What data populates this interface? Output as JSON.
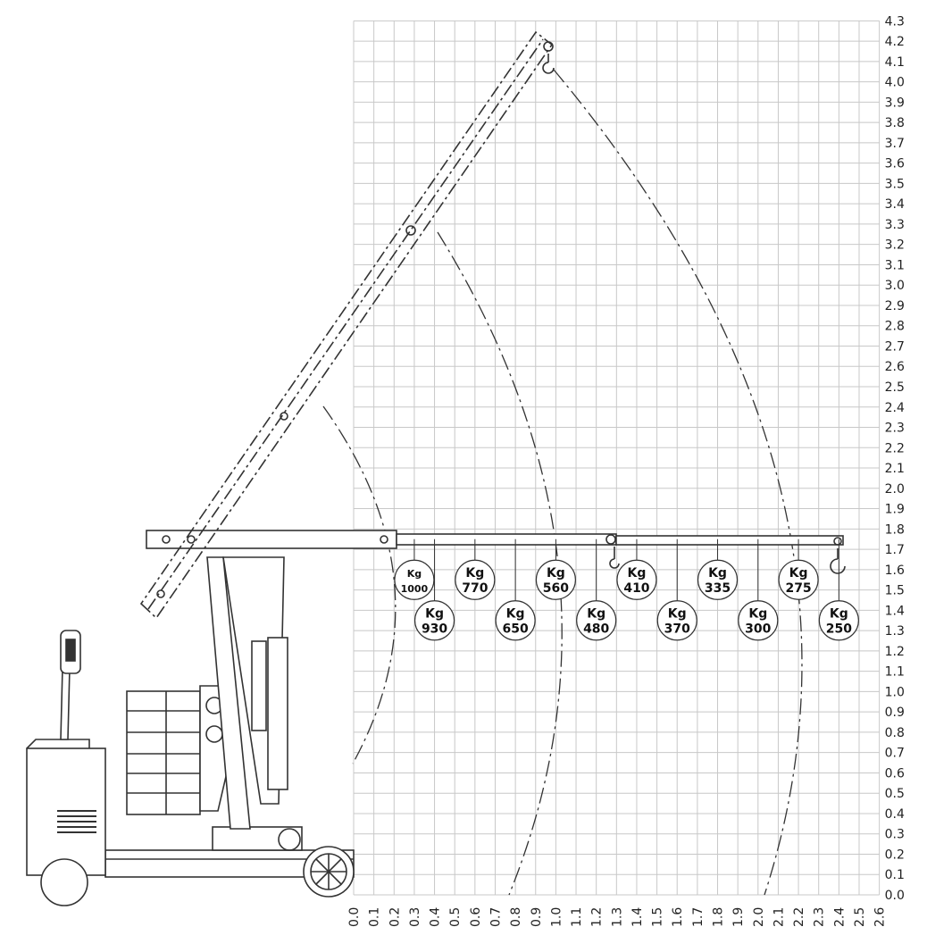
{
  "chart_data": {
    "type": "load-chart",
    "x": {
      "min": 0.0,
      "max": 2.6,
      "step": 0.1
    },
    "y": {
      "min": 0.0,
      "max": 4.3,
      "step": 0.1
    },
    "grid": true,
    "unit_label": "Kg",
    "hook_positions": [
      {
        "x": 1.0,
        "y": 4.08
      },
      {
        "x": 0.4,
        "y": 3.3
      },
      {
        "x": 1.3,
        "y": 1.75
      },
      {
        "x": 2.4,
        "y": 1.6
      }
    ],
    "load_capacities": [
      {
        "x": 0.3,
        "y": 1.55,
        "kg": "1000"
      },
      {
        "x": 0.4,
        "y": 1.35,
        "kg": "930"
      },
      {
        "x": 0.6,
        "y": 1.55,
        "kg": "770"
      },
      {
        "x": 0.8,
        "y": 1.35,
        "kg": "650"
      },
      {
        "x": 1.0,
        "y": 1.55,
        "kg": "560"
      },
      {
        "x": 1.2,
        "y": 1.35,
        "kg": "480"
      },
      {
        "x": 1.4,
        "y": 1.55,
        "kg": "410"
      },
      {
        "x": 1.6,
        "y": 1.35,
        "kg": "370"
      },
      {
        "x": 1.8,
        "y": 1.55,
        "kg": "335"
      },
      {
        "x": 2.0,
        "y": 1.35,
        "kg": "300"
      },
      {
        "x": 2.2,
        "y": 1.55,
        "kg": "275"
      },
      {
        "x": 2.4,
        "y": 1.35,
        "kg": "250"
      }
    ],
    "reach_arcs": [
      {
        "radius": 2.45
      },
      {
        "radius": 3.3
      },
      {
        "radius": 4.3
      }
    ]
  }
}
